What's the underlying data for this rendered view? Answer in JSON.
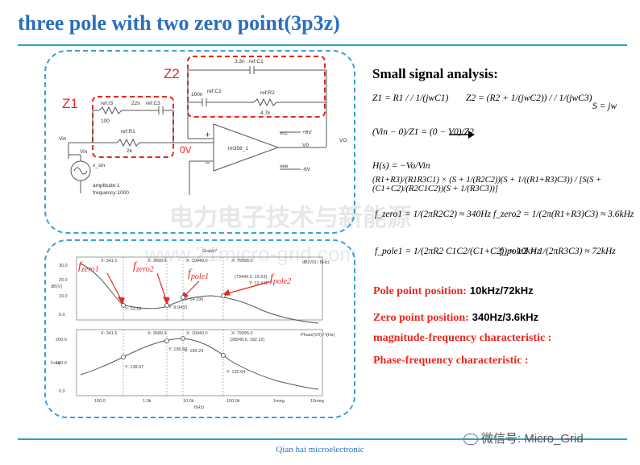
{
  "title": "three pole  with two zero point(3p3z)",
  "analysis": {
    "heading": "Small signal analysis:",
    "eq1": "Z1 = R1 / / 1/(jwC1)",
    "eq2": "Z2 = (R2 + 1/(jwC2)) / / 1/(jwC3)",
    "eq3": "S = jw",
    "eq4": "(Vin − 0)/Z1 = (0 − V0)/Z2",
    "hs_lhs": "H(s) = −Vo/Vin",
    "hs_rhs": "(R1+R3)/(R1R3C1) × (S + 1/(R2C2))(S + 1/((R1+R3)C3)) / [S(S + (C1+C2)/(R2C1C2))(S + 1/(R3C3))]",
    "fzero1": "f_zero1 = 1/(2πR2C2) ≈ 340Hz",
    "fzero2": "f_zero2 = 1/(2π(R1+R3)C3) ≈ 3.6kHz",
    "fpole1": "f_pole1 = 1/(2πR2 C1C2/(C1+C2)) ≈ 10kHz",
    "fpole2": "f_pole2 = 1/(2πR3C3) ≈ 72kHz"
  },
  "results": {
    "pole_label": "Pole point position:",
    "pole_value": "10kHz/72kHz",
    "zero_label": "Zero point position:",
    "zero_value": "340Hz/3.6kHz",
    "mag_label": "magnitude-frequency characteristic :",
    "phase_label": "Phase-frequency characteristic :"
  },
  "schematic": {
    "z1": "Z1",
    "z2": "Z2",
    "zero_v": "0V",
    "c1": "3.3n",
    "c1_ref": "ref:C1",
    "c2": "100n",
    "c2_ref": "ref:C2",
    "r2_ref": "ref:R2",
    "r2": "4.7k",
    "r3_ref": "ref:r3",
    "r3": "100",
    "c3": "22n",
    "c3_ref": "ref:C3",
    "r1_ref": "ref:R1",
    "r1": "2k",
    "vin": "Vin",
    "source": "Vin",
    "source_type": "v_sin",
    "amplitude": "amplitude:1",
    "frequency": "frequency:1000",
    "opamp": "lm358_1",
    "vcc": "vcc",
    "vee": "vee",
    "plus6v": "+6V",
    "minus6v": "-6V",
    "v0": "V0",
    "vo_out": "VO"
  },
  "plots": {
    "graph": "Graph7",
    "mag_ylabel": "dB(V)",
    "phase_ylabel": "Freq",
    "mag_ticks": [
      "30.0",
      "20.0",
      "10.0",
      "0.0"
    ],
    "phase_ticks": [
      "200.0",
      "100.0",
      "0.0"
    ],
    "x_ticks": [
      "100.0",
      "1.0k",
      "10.0k",
      "100.0k",
      "1meg",
      "10meg"
    ],
    "xlabel": "f(Hz)",
    "cursors_top": [
      "X: 341.5",
      "X: 3689.9",
      "X: 10040.0",
      "X: 79095.0"
    ],
    "cursors_top_y": [
      "Y: 10.18",
      "Y: 9.9433",
      "Y: 14.199",
      "Y: 12.441"
    ],
    "cursor_box_top": "(79440.0, 15.63)",
    "cursors_bottom": [
      "X: 341.5",
      "X: 3689.9",
      "X: 10040.0",
      "X: 79095.0"
    ],
    "cursors_bottom_y": [
      "Y: 138.67",
      "Y: 199.82",
      "Y: 184.24",
      "Y: 120.64"
    ],
    "cursor_box_bottom": "(28548.6, 182.22)",
    "legend_top": "dB(V0) / f(Hz)",
    "legend_bottom": "Phase(V0) / f(Hz)",
    "labels": {
      "fzero1_main": "f",
      "fzero1_sub": "zero1",
      "fzero2_main": "f",
      "fzero2_sub": "zero2",
      "fpole1_main": "f",
      "fpole1_sub": "pole1",
      "fpole2_main": "f",
      "fpole2_sub": "pole2"
    }
  },
  "footer": "Qian hai microelectronic",
  "wechat": "微信号: Micro_Grid",
  "watermark_cn": "电力电子技术与新能源",
  "watermark_url": "www.21micro-grid.com",
  "colors": {
    "title": "#2a6fbf",
    "accent": "#e8281e",
    "rule": "#2a9fd0"
  }
}
